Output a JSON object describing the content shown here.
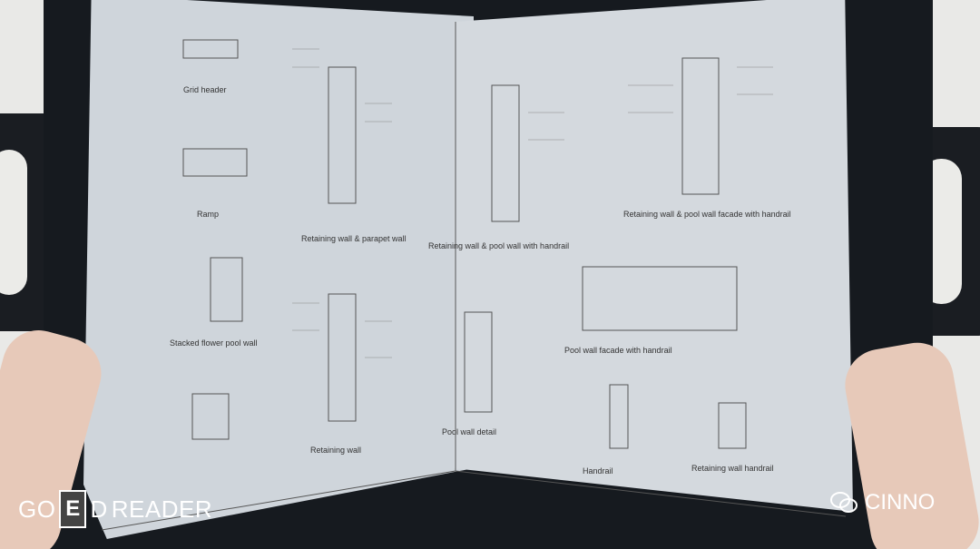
{
  "watermarks": {
    "left_prefix": "GO",
    "left_logo_letter": "E",
    "left_mid": "D",
    "left_suffix": "READER",
    "right": "CINNO"
  },
  "drawing_labels": {
    "a": "Retaining wall & parapet wall",
    "b": "Retaining wall & pool wall with handrail",
    "c": "Retaining wall & pool wall facade with handrail",
    "d": "Stacked flower pool wall",
    "e": "Pool wall facade with handrail",
    "f": "Retaining wall",
    "g": "Pool wall detail",
    "h": "Handrail",
    "i": "Retaining wall handrail",
    "j": "Ramp",
    "k": "Grid header"
  }
}
